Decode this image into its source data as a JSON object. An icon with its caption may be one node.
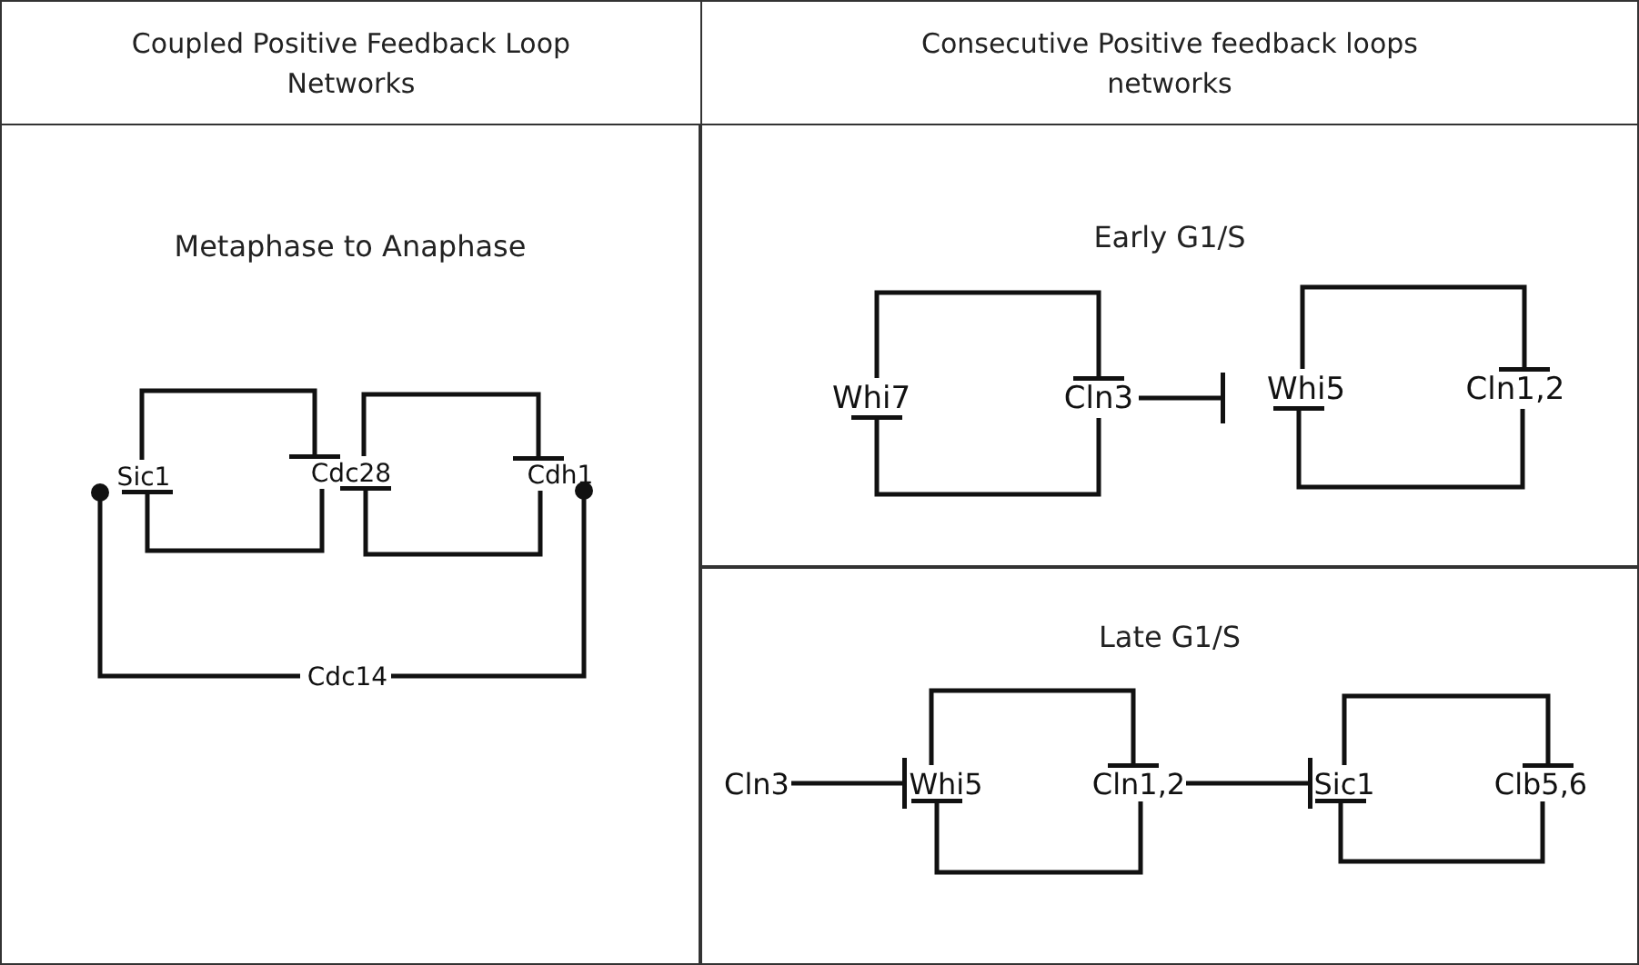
{
  "diagram": {
    "nodes": [
      {
        "text": [
          "Metaphase to Anaphase"
        ]
      },
      {
        "text": [
          "Sic1"
        ],
        "in": 0
      },
      {
        "text": [
          "Cdc28"
        ],
        "in": 0
      },
      {
        "text": [
          "Cdh1"
        ],
        "in": 0
      },
      {
        "text": [
          "Cdc14"
        ],
        "in": 0
      },
      {
        "text": [
          "Early G1/S"
        ]
      },
      {
        "text": [
          "Whi7"
        ],
        "in": 5
      },
      {
        "text": [
          "Cln3"
        ],
        "in": 5
      },
      {
        "text": [
          "Whi5"
        ],
        "in": 5
      },
      {
        "text": [
          "Cln1,2"
        ],
        "in": 5
      },
      {
        "text": [
          "Late G1/S"
        ]
      },
      {
        "text": [
          "Cln3"
        ],
        "in": 10
      },
      {
        "text": [
          "Whi5"
        ],
        "in": 10
      },
      {
        "text": [
          "Cln1,2"
        ],
        "in": 10
      },
      {
        "text": [
          "Sic1"
        ],
        "in": 10
      },
      {
        "text": [
          "Clb5,6"
        ],
        "in": 10
      }
    ],
    "edges": [
      {
        "from": 1,
        "to": 2,
        "arrow": "other"
      },
      {
        "from": 2,
        "to": 1,
        "arrow": "other"
      },
      {
        "from": 2,
        "to": 3,
        "arrow": "other"
      },
      {
        "from": 3,
        "to": 2,
        "arrow": "other"
      },
      {
        "from": 4,
        "to": 1,
        "arrow": "other"
      },
      {
        "from": 4,
        "to": 3,
        "arrow": "other"
      },
      {
        "from": 6,
        "to": 7,
        "arrow": "other"
      },
      {
        "from": 7,
        "to": 6,
        "arrow": "other"
      },
      {
        "from": 7,
        "to": 8,
        "arrow": "other"
      },
      {
        "from": 8,
        "to": 9,
        "arrow": "other"
      },
      {
        "from": 9,
        "to": 8,
        "arrow": "other"
      },
      {
        "from": 11,
        "to": 12,
        "arrow": "other"
      },
      {
        "from": 12,
        "to": 13,
        "arrow": "other"
      },
      {
        "from": 13,
        "to": 12,
        "arrow": "other"
      },
      {
        "from": 13,
        "to": 14,
        "arrow": "other"
      },
      {
        "from": 14,
        "to": 15,
        "arrow": "other"
      },
      {
        "from": 15,
        "to": 14,
        "arrow": "other"
      }
    ],
    "labels": [
      "Coupled Positive Feedback Loop Networks",
      "Consecutive Positive feedback loops networks"
    ]
  }
}
